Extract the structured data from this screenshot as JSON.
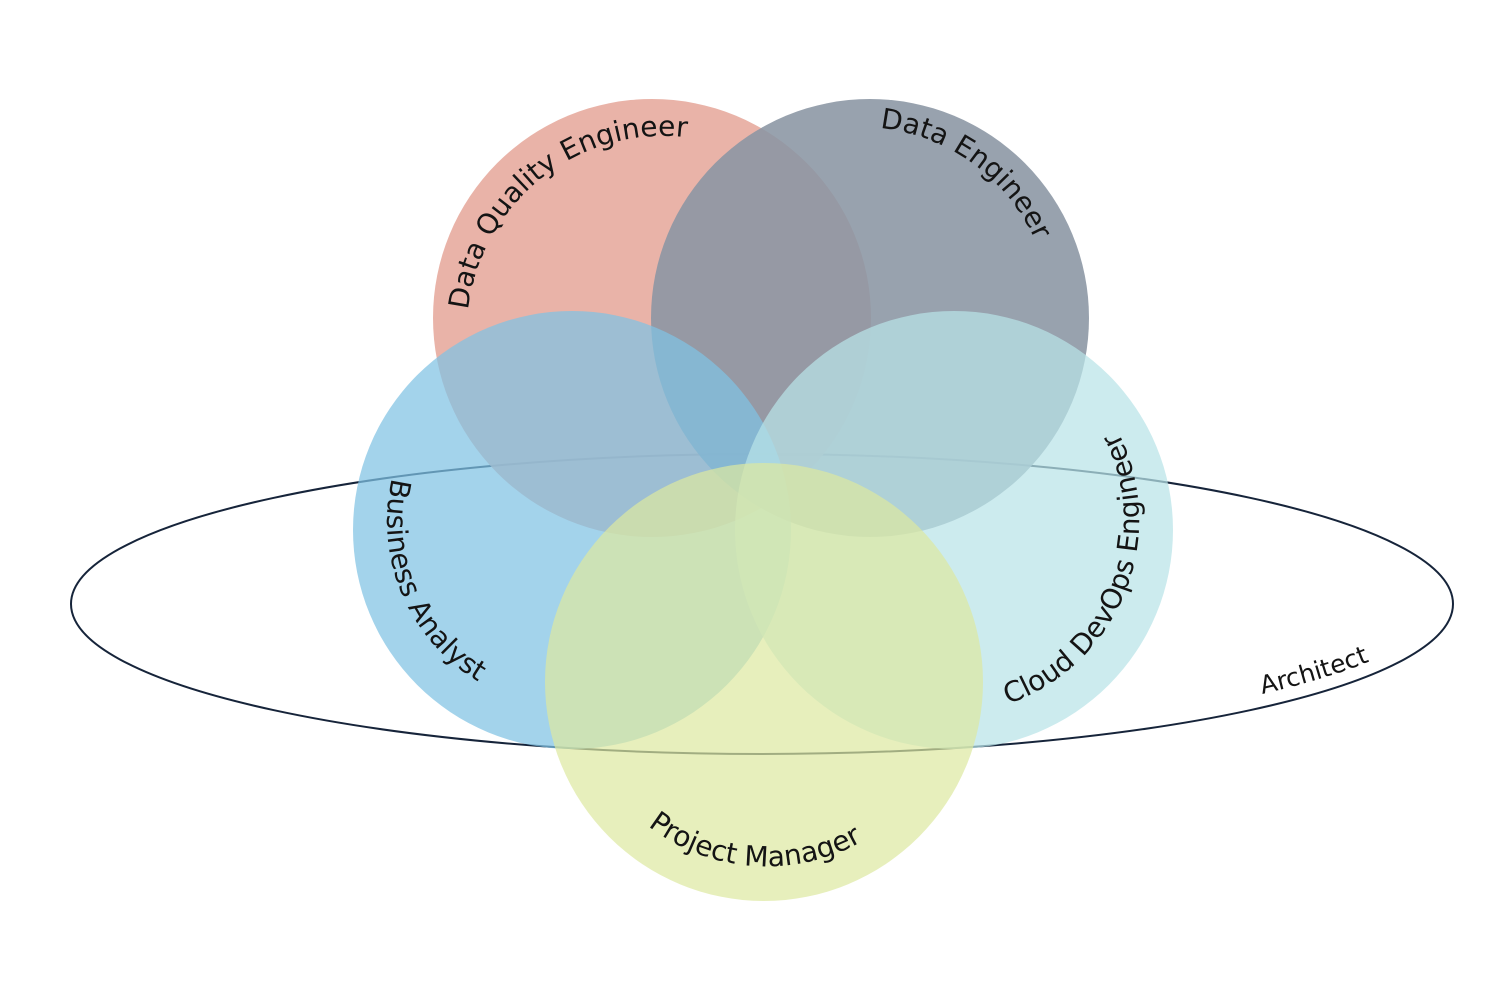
{
  "diagram": {
    "circles": [
      {
        "id": "dqe",
        "label": "Data Quality Engineer",
        "color": "#E6A89C"
      },
      {
        "id": "de",
        "label": "Data Engineer",
        "color": "#8A95A3"
      },
      {
        "id": "ba",
        "label": "Business Analyst",
        "color": "#7FC2E3"
      },
      {
        "id": "cde",
        "label": "Cloud DevOps Engineer",
        "color": "#B8E3E8"
      },
      {
        "id": "pm",
        "label": "Project Manager",
        "color": "#DDE8A0"
      }
    ],
    "ellipse": {
      "label": "Architect",
      "stroke_color": "#16243A"
    }
  }
}
